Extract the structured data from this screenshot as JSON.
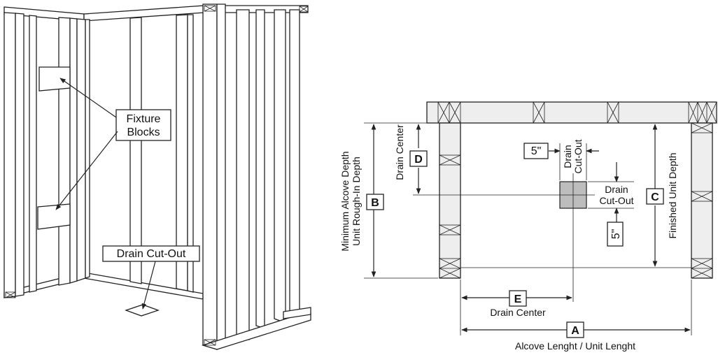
{
  "left_figure": {
    "fixture_blocks_label": [
      "Fixture",
      "Blocks"
    ],
    "drain_cutout_label": "Drain Cut-Out"
  },
  "right_figure": {
    "dim_a": {
      "letter": "A",
      "caption": "Alcove Lenght / Unit Lenght"
    },
    "dim_b": {
      "letter": "B",
      "caption_lines": [
        "Minimum Alcove Depth",
        "Unit Rough-In Depth"
      ]
    },
    "dim_c": {
      "letter": "C",
      "caption": "Finished Unit Depth"
    },
    "dim_d": {
      "letter": "D",
      "caption": "Drain Center"
    },
    "dim_e": {
      "letter": "E",
      "caption": "Drain Center"
    },
    "cutout_top_label": [
      "Drain",
      "Cut-Out"
    ],
    "cutout_right_label": [
      "Drain",
      "Cut-Out"
    ],
    "five_inch_horizontal": "5\"",
    "five_inch_vertical": "5\""
  },
  "colors": {
    "line": "#222222",
    "wall_fill": "#eeeeee",
    "drain_fill": "#bdbdbd"
  }
}
